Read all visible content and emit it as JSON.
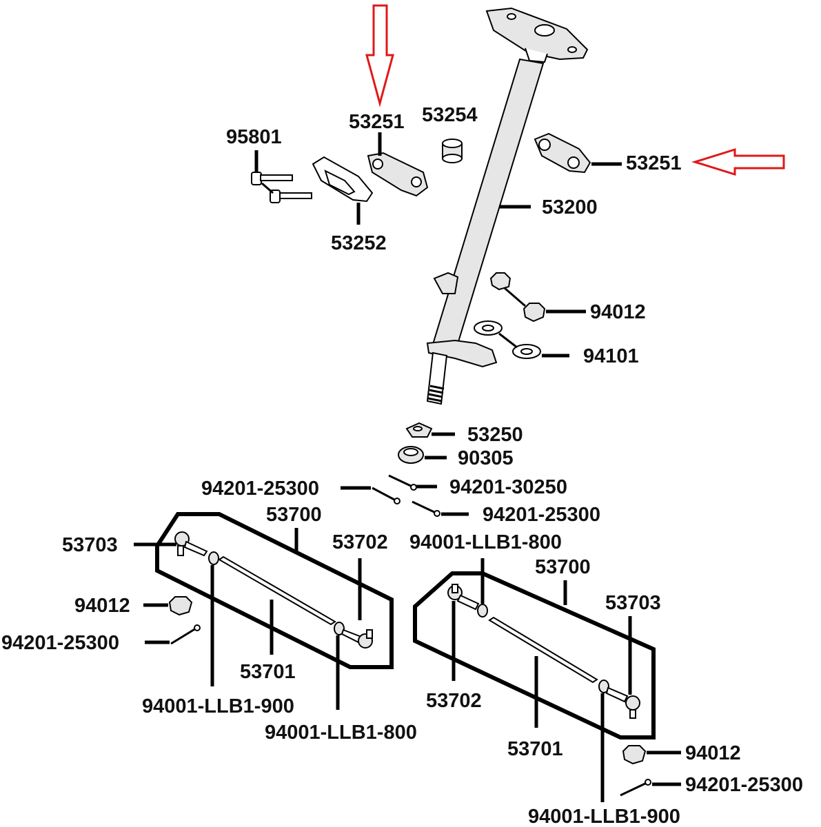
{
  "labels": {
    "l53251_top": "53251",
    "l53254": "53254",
    "l95801": "95801",
    "l53251_right": "53251",
    "l53200": "53200",
    "l53252": "53252",
    "l94012_a": "94012",
    "l94101": "94101",
    "l53250": "53250",
    "l90305": "90305",
    "l94201_25300_a": "94201-25300",
    "l94201_30250": "94201-30250",
    "l53700_a": "53700",
    "l94201_25300_b": "94201-25300",
    "l53703_a": "53703",
    "l53702_a": "53702",
    "l94001_llb1_800_a": "94001-LLB1-800",
    "l53700_b": "53700",
    "l94012_b": "94012",
    "l53703_b": "53703",
    "l94201_25300_c": "94201-25300",
    "l53701_a": "53701",
    "l94001_llb1_900_a": "94001-LLB1-900",
    "l53702_b": "53702",
    "l94001_llb1_800_b": "94001-LLB1-800",
    "l53701_b": "53701",
    "l94012_c": "94012",
    "l94201_25300_d": "94201-25300",
    "l94001_llb1_900_b": "94001-LLB1-900"
  },
  "colors": {
    "highlight_arrow": "#e01818",
    "line": "#000000",
    "background": "#ffffff"
  }
}
